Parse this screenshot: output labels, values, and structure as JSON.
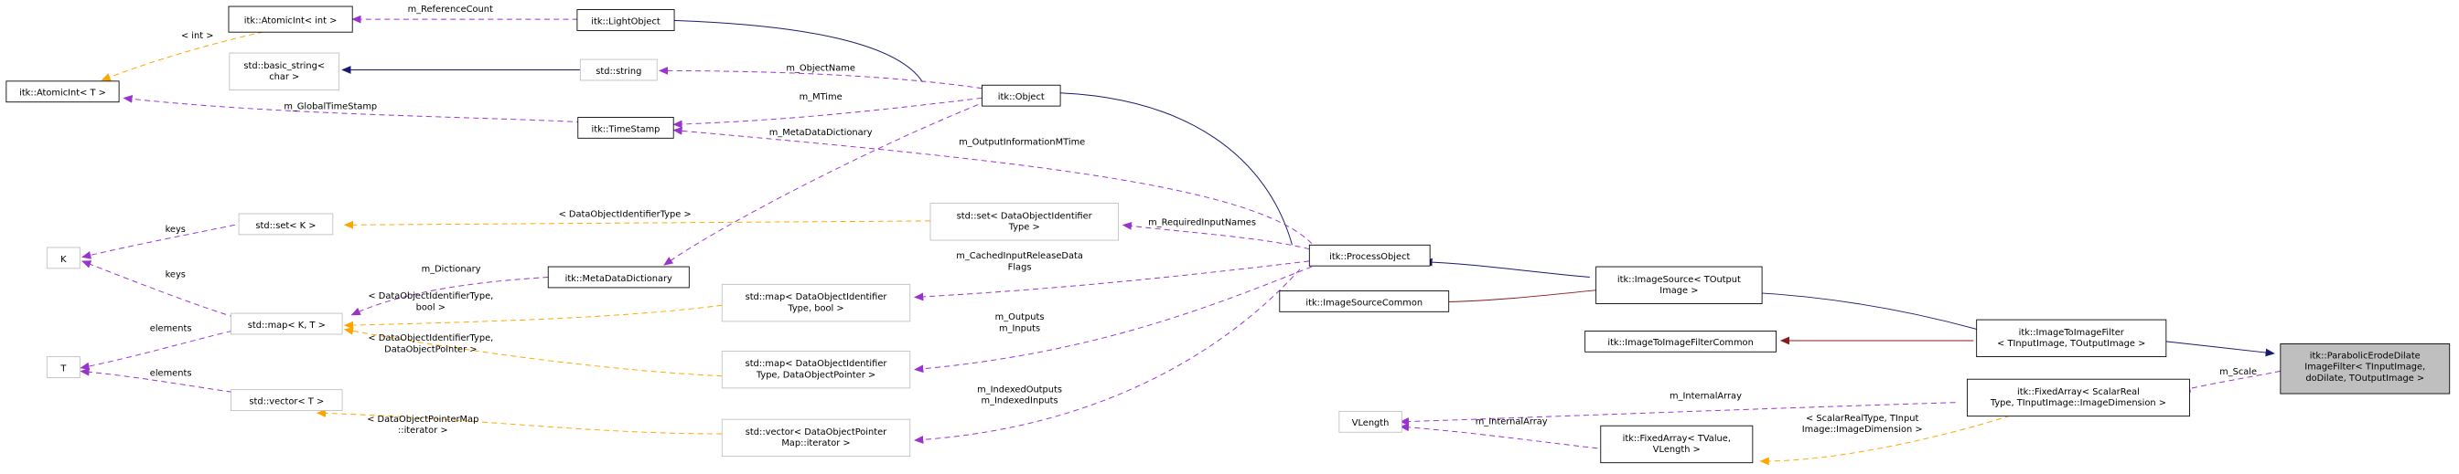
{
  "nodes": {
    "atomicint_int": [
      "itk::AtomicInt< int >"
    ],
    "lightobject": [
      "itk::LightObject"
    ],
    "atomicint_t": [
      "itk::AtomicInt< T >"
    ],
    "basic_string": [
      "std::basic_string<",
      "char >"
    ],
    "string": [
      "std::string"
    ],
    "object": [
      "itk::Object"
    ],
    "timestamp": [
      "itk::TimeStamp"
    ],
    "set_k": [
      "std::set< K >"
    ],
    "set_doid": [
      "std::set< DataObjectIdentifier",
      "Type >"
    ],
    "k": [
      "K"
    ],
    "metadatadict": [
      "itk::MetaDataDictionary"
    ],
    "processobject": [
      "itk::ProcessObject"
    ],
    "map_kt": [
      "std::map< K, T >"
    ],
    "map_bool": [
      "std::map< DataObjectIdentifier",
      "Type, bool >"
    ],
    "imagesourcecommon": [
      "itk::ImageSourceCommon"
    ],
    "imagesource": [
      "itk::ImageSource< TOutput",
      "Image >"
    ],
    "t": [
      "T"
    ],
    "map_ptr": [
      "std::map< DataObjectIdentifier",
      "Type, DataObjectPointer >"
    ],
    "i2ifiltercommon": [
      "itk::ImageToImageFilterCommon"
    ],
    "i2ifilter": [
      "itk::ImageToImageFilter",
      "< TInputImage, TOutputImage >"
    ],
    "vector_t": [
      "std::vector< T >"
    ],
    "vector_ptr": [
      "std::vector< DataObjectPointer",
      "Map::iterator >"
    ],
    "fixedarray_scalar": [
      "itk::FixedArray< ScalarReal",
      "Type, TInputImage::ImageDimension >"
    ],
    "vlength": [
      "VLength"
    ],
    "fixedarray_tvalue": [
      "itk::FixedArray< TValue,",
      "VLength >"
    ],
    "main": [
      "itk::ParabolicErodeDilate",
      "ImageFilter< TInputImage,",
      "doDilate, TOutputImage >"
    ]
  },
  "edge_labels": {
    "int": [
      "< int >"
    ],
    "refcount": [
      "m_ReferenceCount"
    ],
    "objectname": [
      "m_ObjectName"
    ],
    "globaltimestamp": [
      "m_GlobalTimeStamp"
    ],
    "mtime": [
      "m_MTime"
    ],
    "metadatadict": [
      "m_MetaDataDictionary"
    ],
    "outputinfomtime": [
      "m_OutputInformationMTime"
    ],
    "doid_type": [
      "< DataObjectIdentifierType >"
    ],
    "keys1": [
      "keys"
    ],
    "keys2": [
      "keys"
    ],
    "dictionary": [
      "m_Dictionary"
    ],
    "requiredinputnames": [
      "m_RequiredInputNames"
    ],
    "cachedinput": [
      "m_CachedInputReleaseData",
      "Flags"
    ],
    "doid_bool": [
      "< DataObjectIdentifierType,",
      "bool >"
    ],
    "elements1": [
      "elements"
    ],
    "doid_ptr": [
      "< DataObjectIdentifierType,",
      "DataObjectPointer >"
    ],
    "outputs_inputs": [
      "m_Outputs",
      "m_Inputs"
    ],
    "elements2": [
      "elements"
    ],
    "ptrmap_iter": [
      "< DataObjectPointerMap",
      "::iterator >"
    ],
    "indexed": [
      "m_IndexedOutputs",
      "m_IndexedInputs"
    ],
    "internalarray1": [
      "m_InternalArray"
    ],
    "internalarray2": [
      "m_InternalArray"
    ],
    "scalar_tinput": [
      "< ScalarRealType, TInput",
      "Image::ImageDimension >"
    ],
    "scale": [
      "m_Scale"
    ]
  },
  "colors": {
    "inheritance": "#191970",
    "private_inheritance": "#8b1a1a",
    "usage": "#9a32cd",
    "template": "#ffa500",
    "node_border_dark": "#000000",
    "node_border_light": "#bfbfbf",
    "main_fill": "#bfbfbf"
  }
}
